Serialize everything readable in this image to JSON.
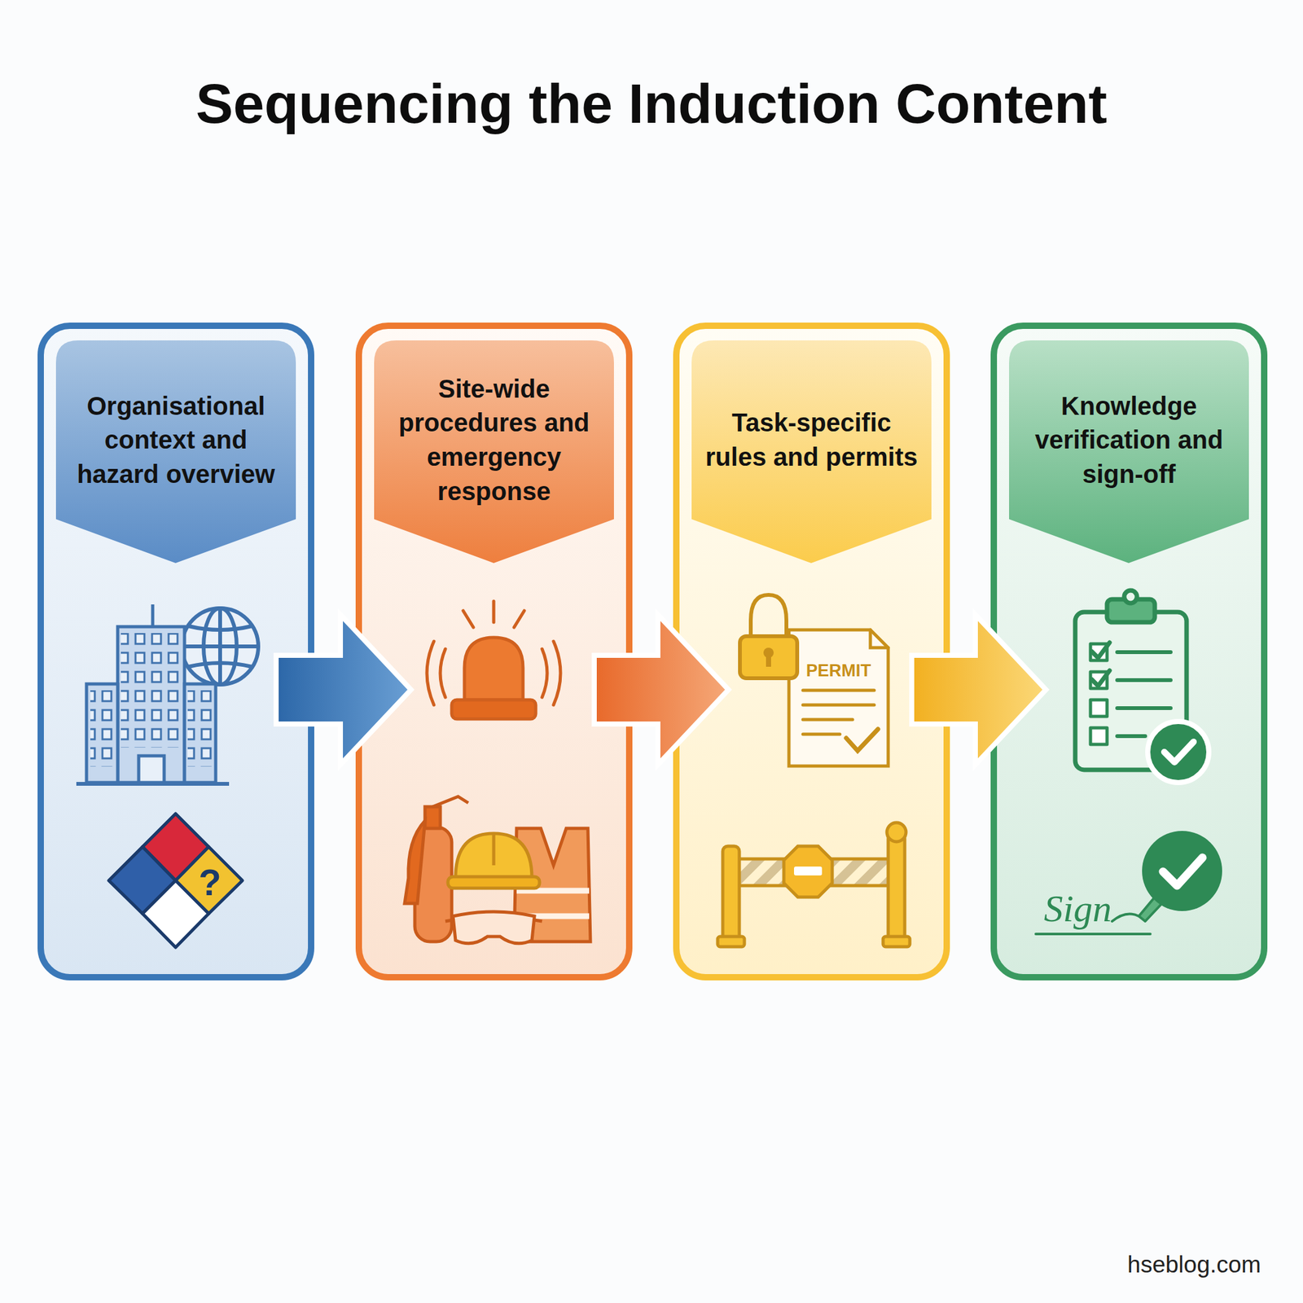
{
  "diagram": {
    "title": "Sequencing the Induction Content",
    "nodes": [
      {
        "text": [
          "Organisational context and hazard overview"
        ]
      },
      {
        "text": [
          "Site-wide procedures and emergency response"
        ]
      },
      {
        "text": [
          "Task-specific rules and permits"
        ]
      },
      {
        "text": [
          "Knowledge verification and sign-off"
        ]
      }
    ],
    "edges": [
      {
        "from": 0,
        "to": 1,
        "arrow": "to"
      },
      {
        "from": 1,
        "to": 2,
        "arrow": "to"
      },
      {
        "from": 2,
        "to": 3,
        "arrow": "to"
      }
    ],
    "labels": [
      "?",
      "PERMIT",
      "Sign",
      "hseblog.com"
    ]
  }
}
